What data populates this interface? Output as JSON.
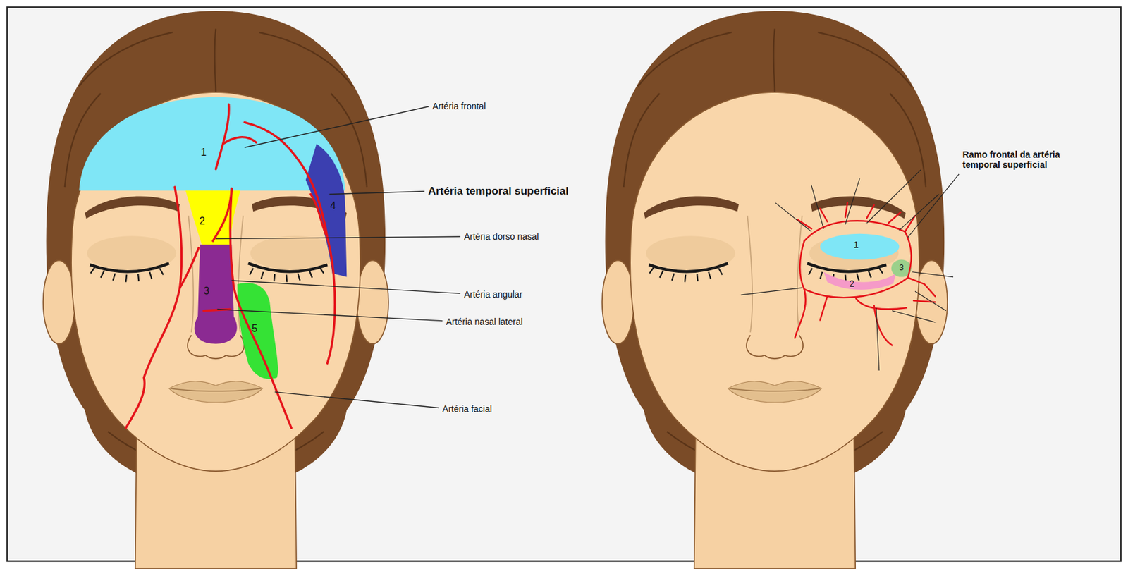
{
  "diagram": {
    "labels": [
      "1",
      "2",
      "3",
      "4",
      "5",
      "Artéria frontal",
      "Artéria temporal superficial",
      "Artéria dorso nasal",
      "Artéria angular",
      "Artéria nasal lateral",
      "Artéria facial",
      "Ramo frontal da artéria temporal superficial",
      "1",
      "2",
      "3"
    ]
  }
}
